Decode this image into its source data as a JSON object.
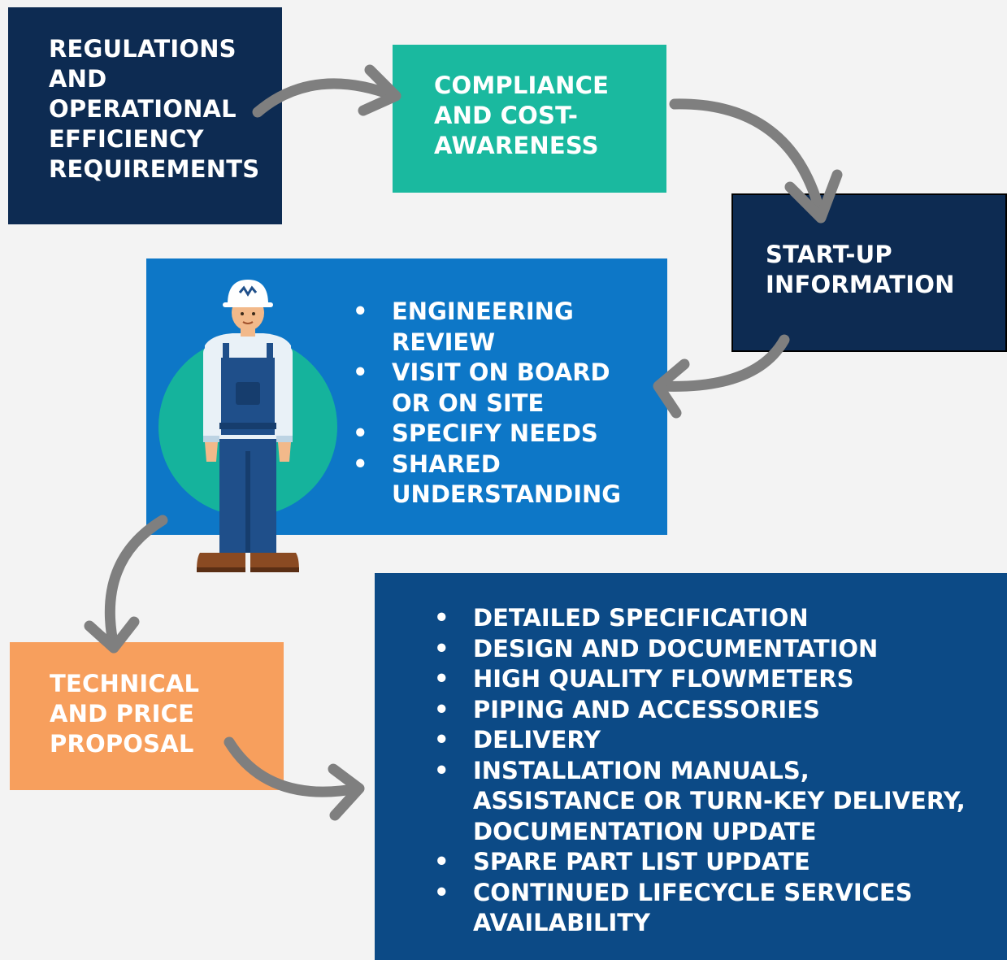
{
  "steps": {
    "regulations": "REGULATIONS\nAND\nOPERATIONAL\nEFFICIENCY\nREQUIREMENTS",
    "compliance": "COMPLIANCE\nAND COST-\nAWARENESS",
    "startup": "START-UP\nINFORMATION",
    "engineering": [
      "ENGINEERING\nREVIEW",
      "VISIT ON BOARD\nOR ON SITE",
      "SPECIFY NEEDS",
      "SHARED\nUNDERSTANDING"
    ],
    "proposal": "TECHNICAL\nAND PRICE\nPROPOSAL",
    "delivery": [
      "DETAILED SPECIFICATION",
      "DESIGN AND DOCUMENTATION",
      "HIGH QUALITY FLOWMETERS",
      "PIPING AND ACCESSORIES",
      "DELIVERY",
      "INSTALLATION MANUALS,\nASSISTANCE OR TURN-KEY DELIVERY,\nDOCUMENTATION UPDATE",
      "SPARE PART LIST UPDATE",
      "CONTINUED LIFECYCLE SERVICES\nAVAILABILITY"
    ]
  },
  "colors": {
    "navy": "#0d2b52",
    "teal": "#1ab99f",
    "blue": "#0d77c7",
    "orange": "#f79f5d",
    "dark_blue": "#0c4a86",
    "arrow_gray": "#7f7f7f",
    "background": "#f3f3f3"
  },
  "icons": {
    "worker": "engineer-with-hard-hat-illustration",
    "arrows": "curved-gray-arrow"
  }
}
